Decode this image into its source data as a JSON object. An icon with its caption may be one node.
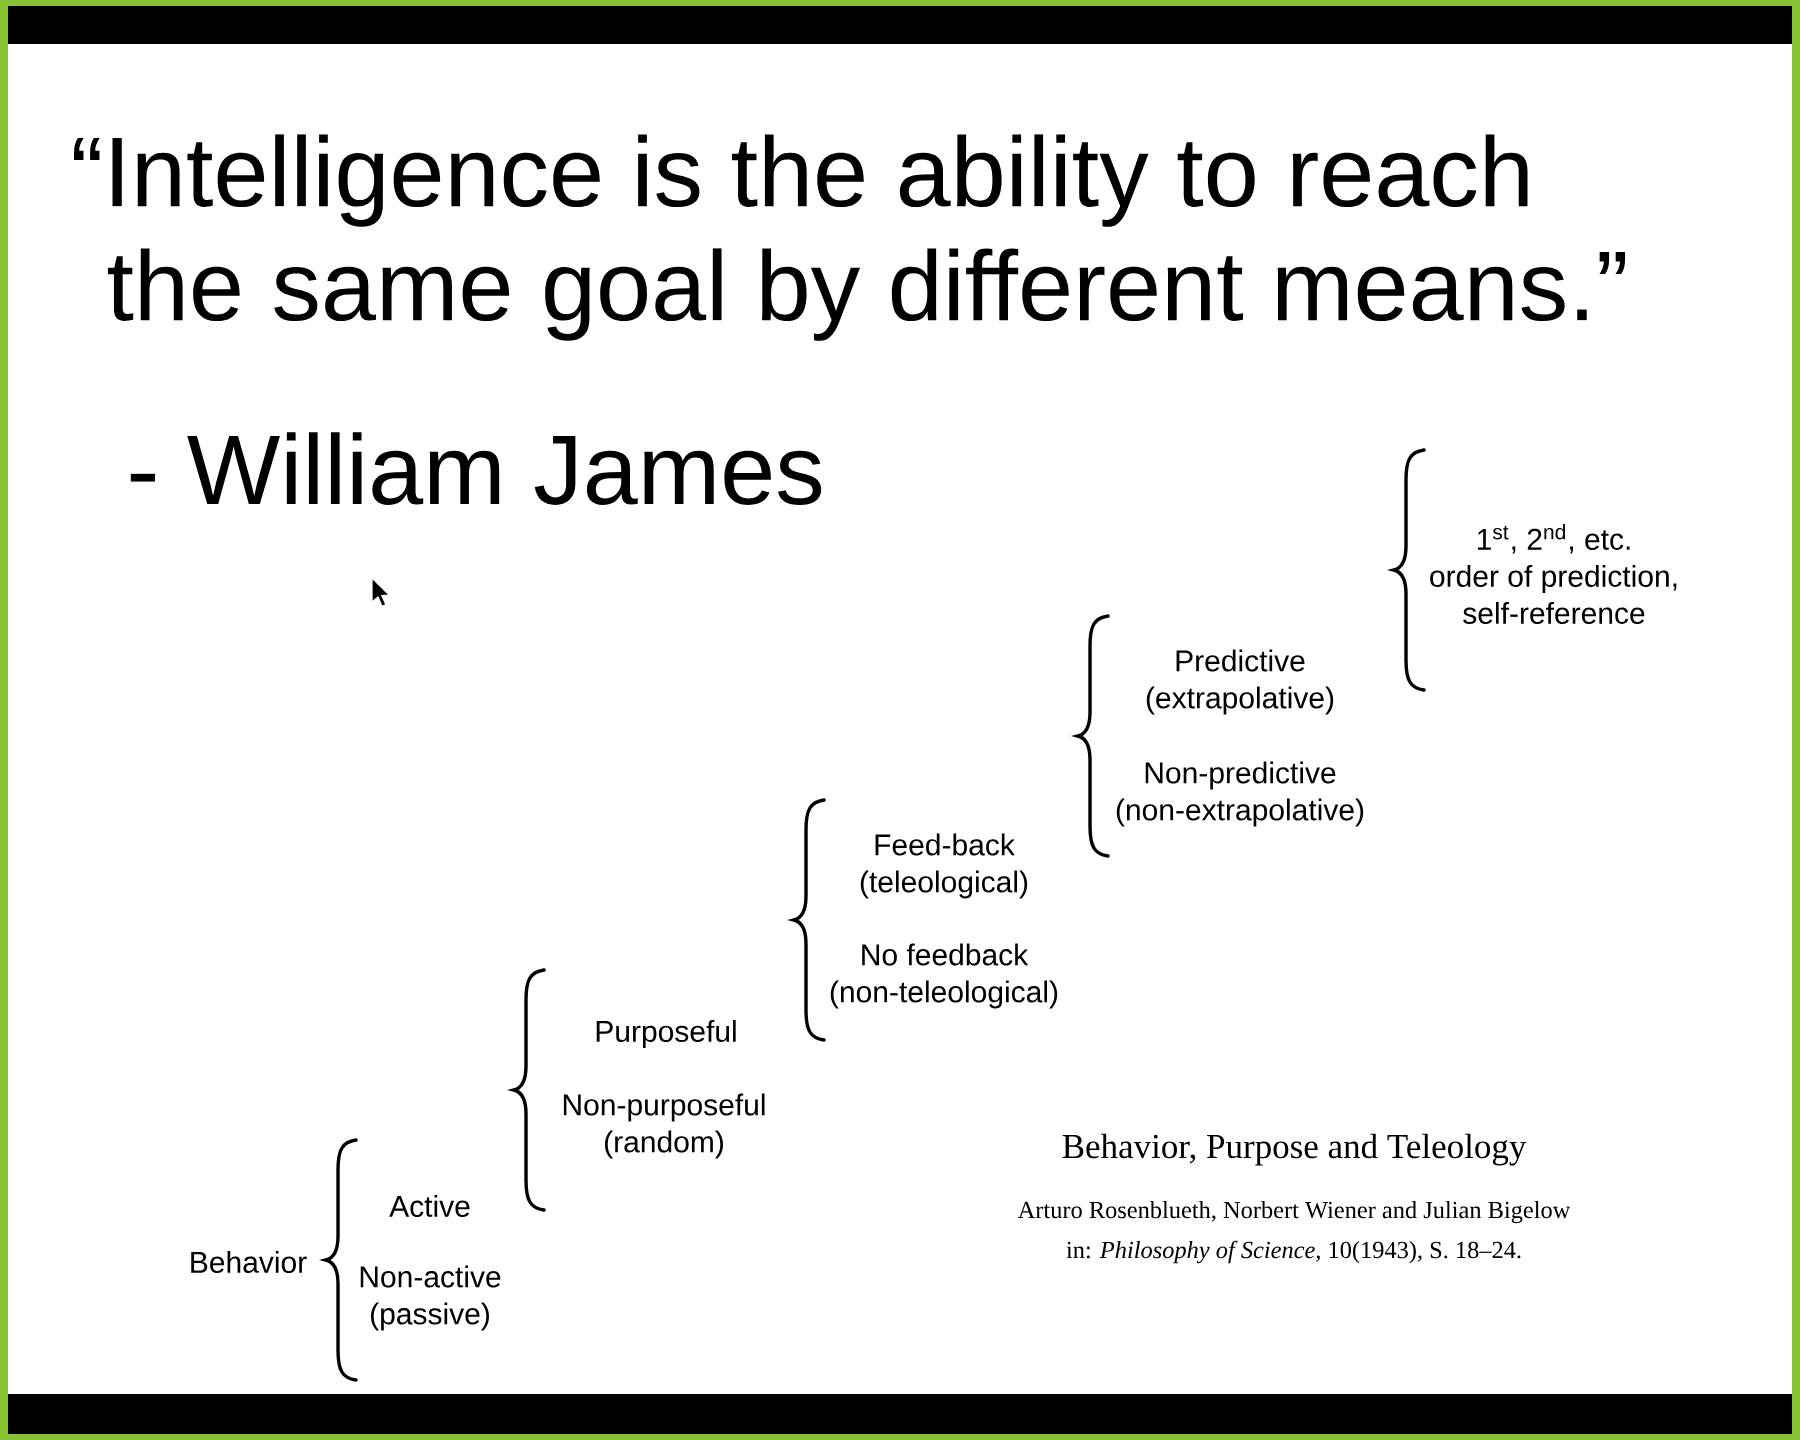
{
  "diagram": {
    "title": "“Intelligence is the ability to reach the same goal by different means.”",
    "labels": [
      "- William James",
      "1$^{st}$, 2$^{nd}$, etc. order of prediction, self-reference",
      "Predictive (extrapolative)",
      "Non-predictive (non-extrapolative)",
      "Feed-back (teleological)",
      "No feedback (non-teleological)",
      "Purposeful",
      "Non-purposeful (random)",
      "Active",
      "Behavior",
      "Non-active (passive)",
      "Behavior, Purpose and Teleology",
      "Arturo Rosenblueth, Norbert Wiener and Julian Bigelow",
      "in: *Philosophy of Science*, 10(1943), S. 18–24."
    ]
  }
}
